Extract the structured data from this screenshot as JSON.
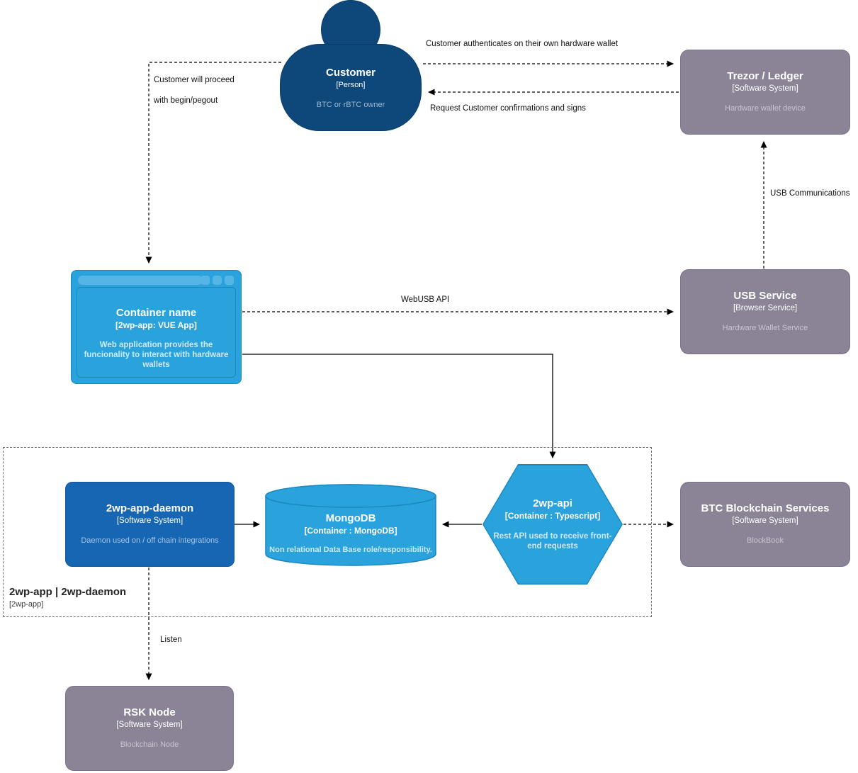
{
  "diagram_type": "C4 container diagram",
  "colors": {
    "person": "#0e487a",
    "person-border": "#0a3c68",
    "blue": "#1766b3",
    "blue-border": "#12569c",
    "lightblue": "#2aa2dc",
    "lightblue-border": "#1b86c0",
    "lightblue-accent": "#55b6e5",
    "gray": "#8b8496",
    "gray-border": "#7a7289"
  },
  "nodes": {
    "customer": {
      "title": "Customer",
      "subtitle": "[Person]",
      "description": "BTC or rBTC owner"
    },
    "trezor": {
      "title": "Trezor / Ledger",
      "subtitle": "[Software System]",
      "description": "Hardware wallet device"
    },
    "container_name": {
      "title": "Container name",
      "subtitle": "[2wp-app: VUE App]",
      "description": "Web application provides the funcionality to interact with hardware wallets"
    },
    "usb_service": {
      "title": "USB Service",
      "subtitle": "[Browser Service]",
      "description": "Hardware Wallet Service"
    },
    "daemon": {
      "title": "2wp-app-daemon",
      "subtitle": "[Software System]",
      "description": "Daemon used on / off chain integrations"
    },
    "mongodb": {
      "title": "MongoDB",
      "subtitle": "[Container : MongoDB]",
      "description": "Non relational Data Base role/responsibility."
    },
    "api": {
      "title": "2wp-api",
      "subtitle": "[Container : Typescript]",
      "description": "Rest API used to receive front-end requests"
    },
    "btc": {
      "title": "BTC Blockchain Services",
      "subtitle": "[Software System]",
      "description": "BlockBook"
    },
    "rsk": {
      "title": "RSK Node",
      "subtitle": "[Software System]",
      "description": "Blockchain Node"
    }
  },
  "boundary": {
    "title": "2wp-app | 2wp-daemon",
    "subtitle": "[2wp-app]"
  },
  "edges": {
    "auth": "Customer authenticates on their own hardware wallet",
    "confirm": "Request Customer confirmations and signs",
    "proceed_line1": "Customer will proceed",
    "proceed_line2": "with begin/pegout",
    "webusb": "WebUSB API",
    "usb_comm": "USB Communications",
    "listen": "Listen"
  }
}
